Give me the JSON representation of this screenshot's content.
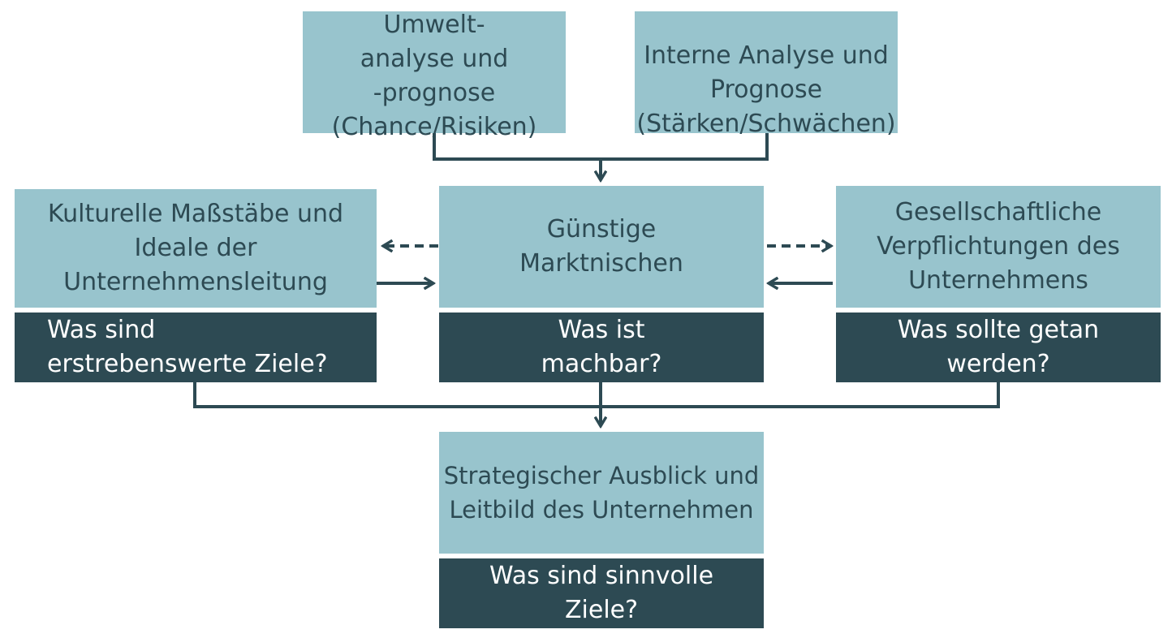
{
  "boxes": {
    "environment_analysis": "Umwelt-\nanalyse und\n-prognose\n(Chance/Risiken)",
    "internal_analysis": "Interne Analyse und\nPrognose\n(Stärken/Schwächen)",
    "cultural_standards": "Kulturelle Maßstäbe und\nIdeale der\nUnternehmensleitung",
    "market_niches": "Günstige\nMarktnischen",
    "social_obligations": "Gesellschaftliche\nVerpflichtungen des\nUnternehmens",
    "strategic_outlook": "Strategischer Ausblick und\nLeitbild des Unternehmen"
  },
  "questions": {
    "desirable_goals": "Was sind\nerstrebenswerte Ziele?",
    "feasible": "Was ist\nmachbar?",
    "should_be_done": "Was sollte getan\nwerden?",
    "sensible_goals": "Was sind sinnvolle\nZiele?"
  },
  "colors": {
    "light_box": "#98c4cd",
    "dark_box": "#2d4a53",
    "connector": "#2d4a53"
  }
}
